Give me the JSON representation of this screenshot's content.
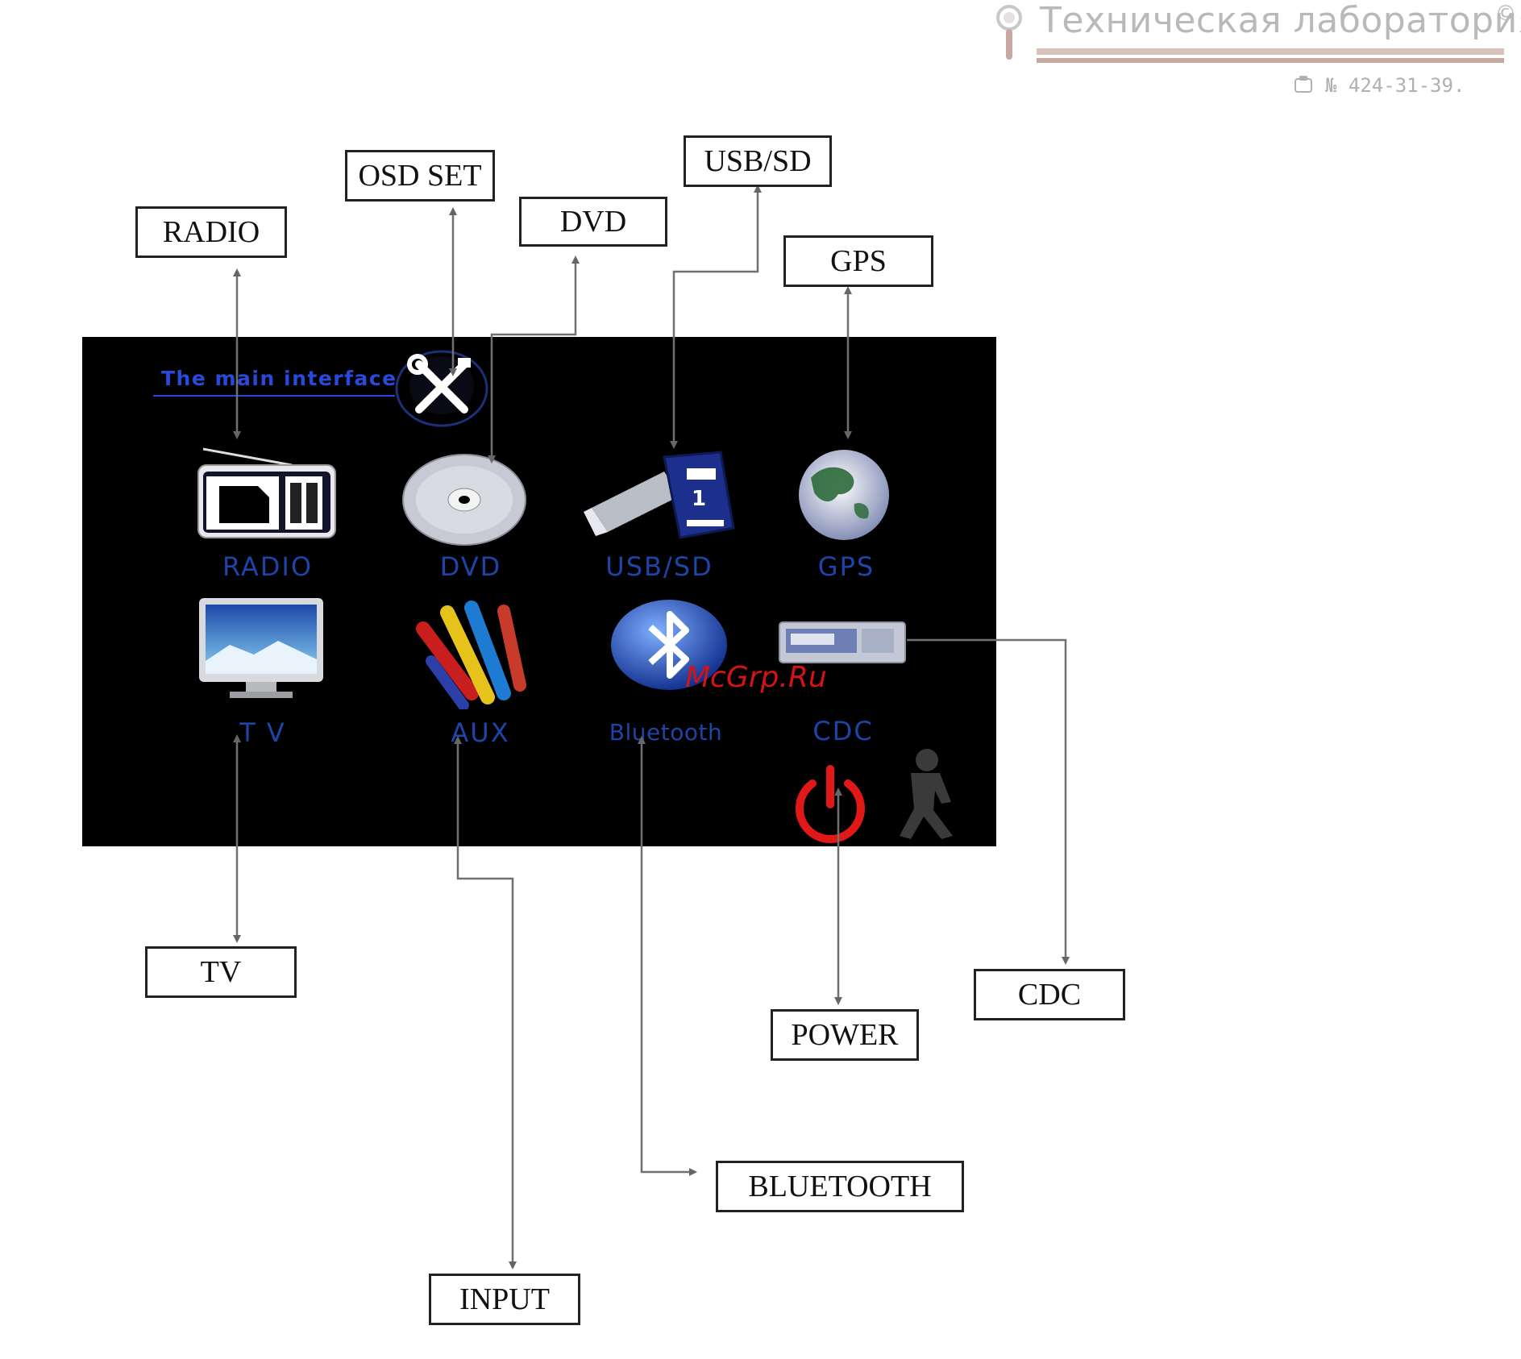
{
  "watermark": {
    "title": "Техническая лаборатория",
    "copyright": "©",
    "phone": "№ 424-31-39.",
    "center": "McGrp.Ru"
  },
  "screen": {
    "title": "The main interface",
    "apps": [
      {
        "label": "RADIO"
      },
      {
        "label": "DVD"
      },
      {
        "label": "USB/SD"
      },
      {
        "label": "GPS"
      },
      {
        "label": "T V"
      },
      {
        "label": "AUX"
      },
      {
        "label": "Bluetooth"
      },
      {
        "label": "CDC"
      }
    ]
  },
  "callouts": {
    "radio": "RADIO",
    "osd_set": "OSD SET",
    "dvd": "DVD",
    "usb_sd": "USB/SD",
    "gps": "GPS",
    "tv": "TV",
    "power": "POWER",
    "cdc": "CDC",
    "bluetooth": "BLUETOOTH",
    "input": "INPUT"
  },
  "colors": {
    "screen_bg": "#000000",
    "app_label": "#1f44a8",
    "title_blue": "#2a49d8",
    "power_red": "#e01818",
    "arrow": "#666666",
    "watermark_red": "#d21414"
  },
  "icons": [
    "magnifier-icon",
    "phone-icon",
    "tools-icon",
    "radio-icon",
    "disc-icon",
    "usb-sd-icon",
    "globe-icon",
    "monitor-icon",
    "rca-cables-icon",
    "bluetooth-icon",
    "cd-changer-icon",
    "power-icon",
    "figure-icon"
  ]
}
